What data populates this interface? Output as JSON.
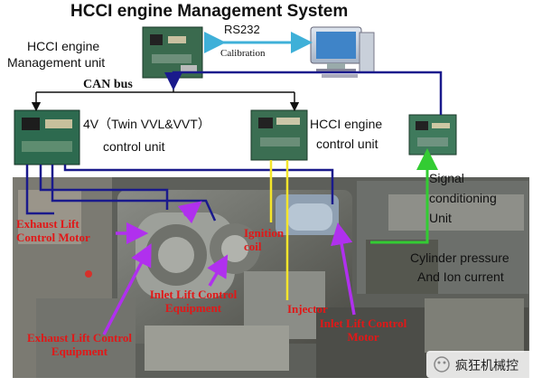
{
  "title": "HCCI engine Management System",
  "rs232": "RS232",
  "calibration": "Calibration",
  "mgmt_unit_line1": "HCCI engine",
  "mgmt_unit_line2": "Management unit",
  "can_bus": "CAN bus",
  "vvl_line1": "4V（Twin VVL&VVT）",
  "vvl_line2": "control unit",
  "hcci_ctrl_line1": "HCCI engine",
  "hcci_ctrl_line2": "control unit",
  "signal_line1": "Signal",
  "signal_line2": "conditioning",
  "signal_line3": "Unit",
  "cyl_line1": "Cylinder pressure",
  "cyl_line2": "And Ion current",
  "exhaust_motor": "Exhaust Lift Control Motor",
  "ignition_coil": "Ignition coil",
  "inlet_equip": "Inlet Lift Control Equipment",
  "injector": "Injector",
  "exhaust_equip": "Exhaust Lift Control Equipment",
  "inlet_motor": "Inlet Lift Control Motor",
  "watermark": "疯狂机械控",
  "colors": {
    "navy": "#1a1a8c",
    "yellow": "#f5e62a",
    "green": "#33cc33",
    "purple": "#b030ee",
    "cyan": "#3fb0d8",
    "red": "#e01818"
  }
}
